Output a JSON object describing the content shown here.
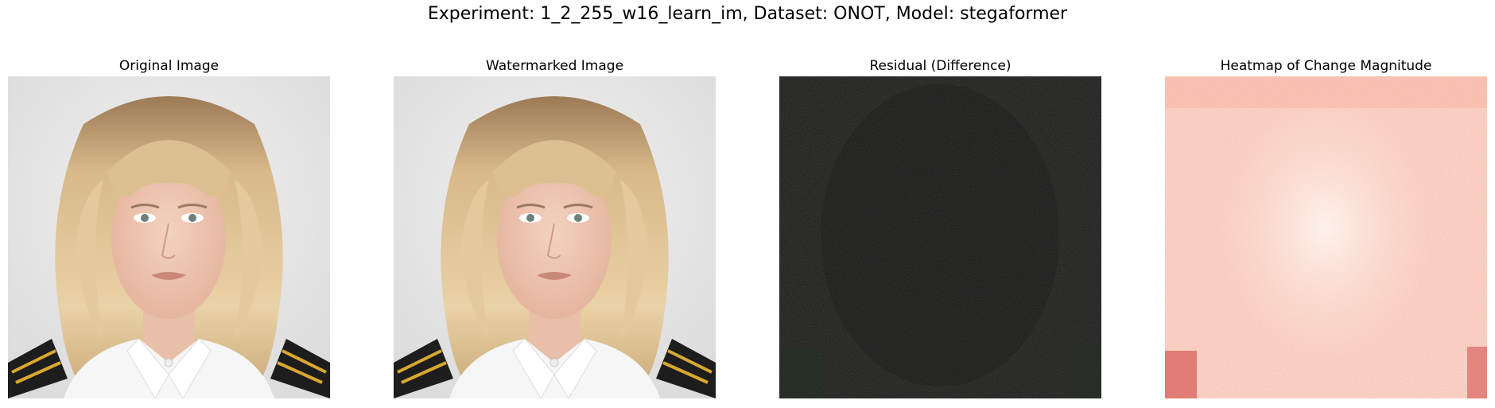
{
  "figure": {
    "title": "Experiment: 1_2_255_w16_learn_im, Dataset: ONOT, Model: stegaformer"
  },
  "panels": [
    {
      "title": "Original Image",
      "content": "portrait-photo"
    },
    {
      "title": "Watermarked Image",
      "content": "portrait-photo"
    },
    {
      "title": "Residual (Difference)",
      "content": "residual-noise"
    },
    {
      "title": "Heatmap of Change Magnitude",
      "content": "heatmap-reds"
    }
  ],
  "colors": {
    "residual_background": "#1a1a1a",
    "heatmap_low": "#fce5dc",
    "heatmap_high": "#c41a1c"
  }
}
